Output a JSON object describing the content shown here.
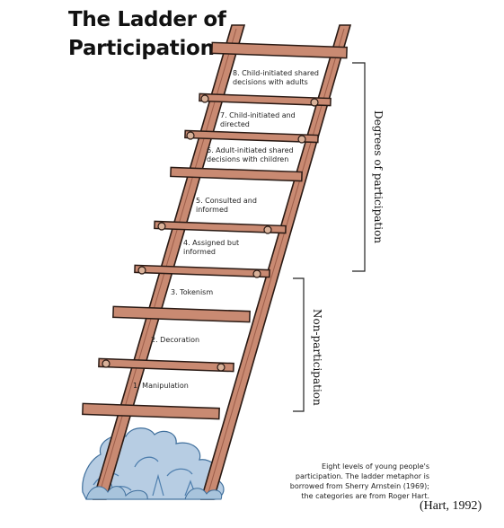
{
  "title_line1": "The Ladder of",
  "title_line2": "Participation",
  "rungs": [
    {
      "number": "1.",
      "label": "Manipulation",
      "group": "non"
    },
    {
      "number": "2.",
      "label": "Decoration",
      "group": "non"
    },
    {
      "number": "3.",
      "label": "Tokenism",
      "group": "non"
    },
    {
      "number": "4.",
      "label": "Assigned but informed",
      "group": "degrees"
    },
    {
      "number": "5.",
      "label": "Consulted and informed",
      "group": "degrees"
    },
    {
      "number": "6.",
      "label": "Adult-initiated shared decisions with children",
      "group": "degrees"
    },
    {
      "number": "7.",
      "label": "Child-initiated and directed",
      "group": "degrees"
    },
    {
      "number": "8.",
      "label": "Child-initiated shared decisions with adults",
      "group": "degrees"
    }
  ],
  "rung_text": {
    "r1": "1. Manipulation",
    "r2": "2. Decoration",
    "r3": "3. Tokenism",
    "r4a": "4. Assigned but",
    "r4b": "informed",
    "r5a": "5. Consulted and",
    "r5b": "informed",
    "r6a": "6. Adult-initiated shared",
    "r6b": "decisions with children",
    "r7a": "7. Child-initiated and",
    "r7b": "directed",
    "r8a": "8. Child-initiated shared",
    "r8b": "decisions with adults"
  },
  "brackets": {
    "degrees": "Degrees of participation",
    "non": "Non-participation"
  },
  "caption": {
    "line1": "Eight levels of young people's",
    "line2": "participation. The ladder metaphor is",
    "line3": "borrowed from Sherry Arnstein (1969);",
    "line4": "the categories are from Roger Hart."
  },
  "citation": "(Hart, 1992)",
  "colors": {
    "wood": "#c98a72",
    "wood_dark": "#8a4a38",
    "outline": "#2a1a14",
    "bush": "#a8c4dc",
    "bush_dark": "#5f86ad"
  }
}
